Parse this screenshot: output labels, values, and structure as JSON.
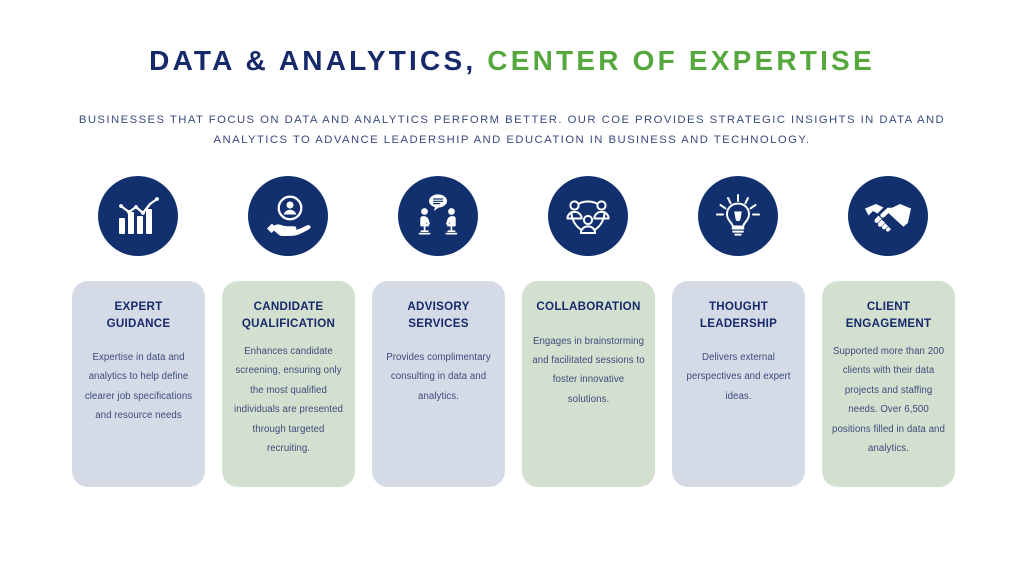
{
  "header": {
    "title_primary": "DATA & ANALYTICS,",
    "title_accent": "CENTER OF EXPERTISE",
    "subtitle": "BUSINESSES THAT FOCUS ON DATA AND ANALYTICS PERFORM BETTER. OUR COE PROVIDES STRATEGIC INSIGHTS IN DATA AND ANALYTICS TO ADVANCE LEADERSHIP AND EDUCATION IN BUSINESS AND TECHNOLOGY."
  },
  "colors": {
    "navy": "#16296b",
    "green_accent": "#56a83e",
    "icon_circle": "#12306e",
    "card_blue": "#d4dbe7",
    "card_green": "#d3e0d0",
    "body_text": "#3e4c7c",
    "background": "#ffffff"
  },
  "cards": [
    {
      "icon": "bar-chart-trend-icon",
      "title": "EXPERT GUIDANCE",
      "body": "Expertise in data and analytics to help define clearer job specifications and resource needs",
      "theme": "blue"
    },
    {
      "icon": "hand-holding-candidate-icon",
      "title": "CANDIDATE QUALIFICATION",
      "body": "Enhances candidate screening, ensuring only the most qualified individuals are presented through targeted recruiting.",
      "theme": "green"
    },
    {
      "icon": "consultation-meeting-icon",
      "title": "ADVISORY SERVICES",
      "body": "Provides complimentary consulting in data and analytics.",
      "theme": "blue"
    },
    {
      "icon": "team-collaboration-icon",
      "title": "COLLABORATION",
      "body": "Engages in brainstorming and facilitated sessions to foster innovative solutions.",
      "theme": "green"
    },
    {
      "icon": "lightbulb-idea-icon",
      "title": "THOUGHT LEADERSHIP",
      "body": "Delivers external perspectives and expert ideas.",
      "theme": "blue"
    },
    {
      "icon": "handshake-icon",
      "title": "CLIENT ENGAGEMENT",
      "body": "Supported more than 200 clients with their data projects and staffing needs. Over 6,500 positions filled in data and analytics.",
      "theme": "green"
    }
  ]
}
